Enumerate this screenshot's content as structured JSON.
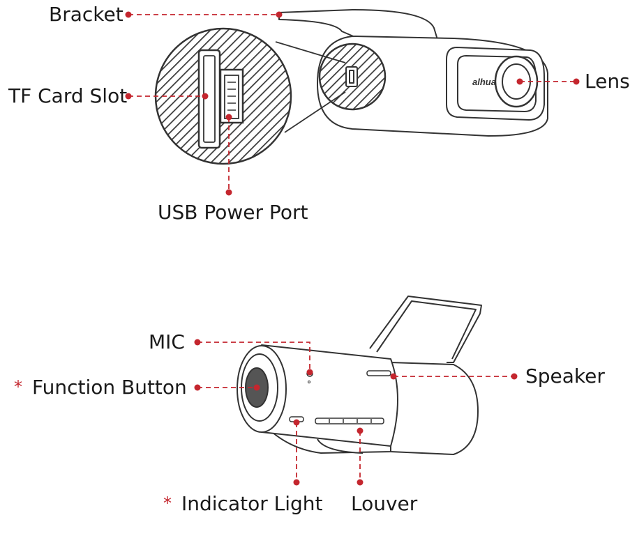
{
  "labels": {
    "bracket": "Bracket",
    "tf_card_slot": "TF Card Slot",
    "usb_power_port": "USB Power Port",
    "lens": "Lens",
    "mic": "MIC",
    "function_button": "Function Button",
    "speaker": "Speaker",
    "indicator_light": "Indicator Light",
    "louver": "Louver"
  },
  "asterisk": "*",
  "brand_logo": "alhua",
  "colors": {
    "accent": "#c4262e",
    "outline": "#333333"
  }
}
